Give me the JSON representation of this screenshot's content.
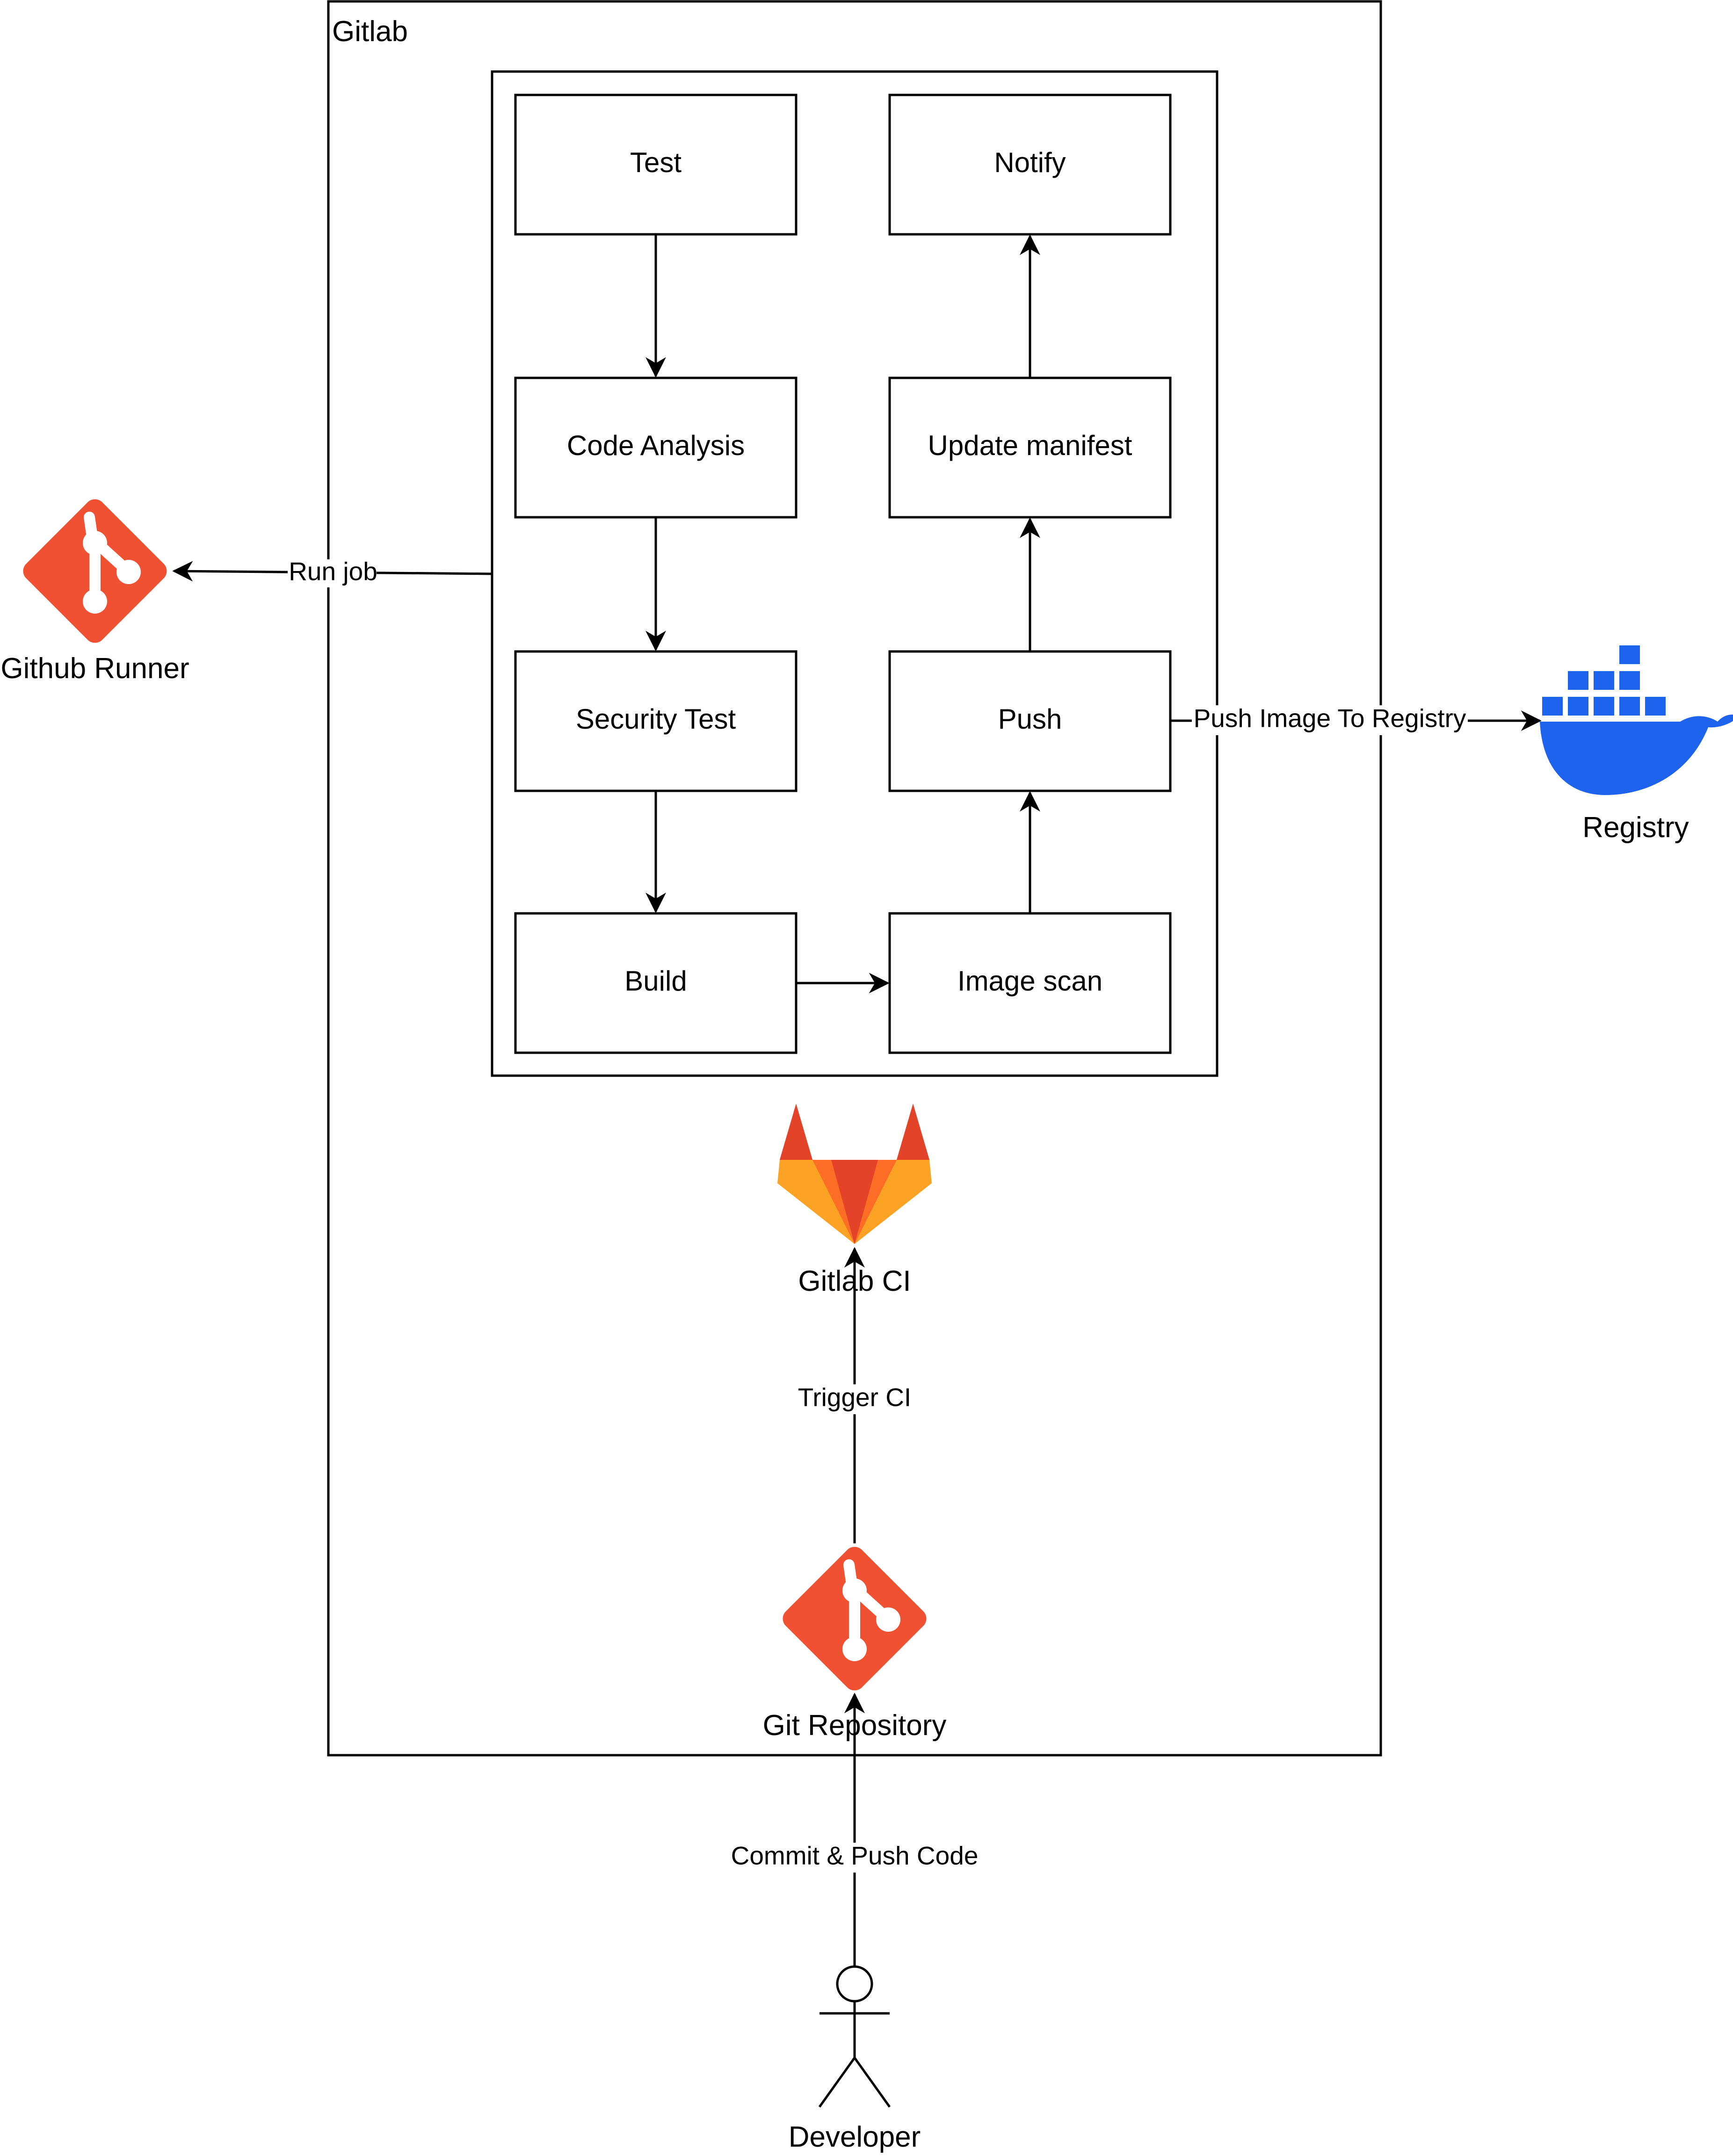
{
  "container": {
    "title": "Gitlab"
  },
  "stages": {
    "test": "Test",
    "code_analysis": "Code Analysis",
    "security_test": "Security Test",
    "build": "Build",
    "image_scan": "Image scan",
    "push": "Push",
    "update_manifest": "Update manifest",
    "notify": "Notify"
  },
  "nodes": {
    "github_runner": "Github Runner",
    "registry": "Registry",
    "gitlab_ci": "Gitlab CI",
    "git_repository": "Git Repository",
    "developer": "Developer"
  },
  "edges": {
    "run_job": "Run job",
    "push_image": "Push Image To Registry",
    "trigger_ci": "Trigger CI",
    "commit_push": "Commit & Push Code"
  },
  "colors": {
    "git": "#F05133",
    "docker": "#1D63ED",
    "gitlab_red": "#E24329",
    "gitlab_orange": "#FC6D26",
    "gitlab_yellow": "#FCA326"
  },
  "icons": {
    "github_runner": "git-icon",
    "registry": "docker-whale-icon",
    "gitlab_ci": "gitlab-tanuki-icon",
    "git_repository": "git-icon",
    "developer": "actor-icon"
  }
}
